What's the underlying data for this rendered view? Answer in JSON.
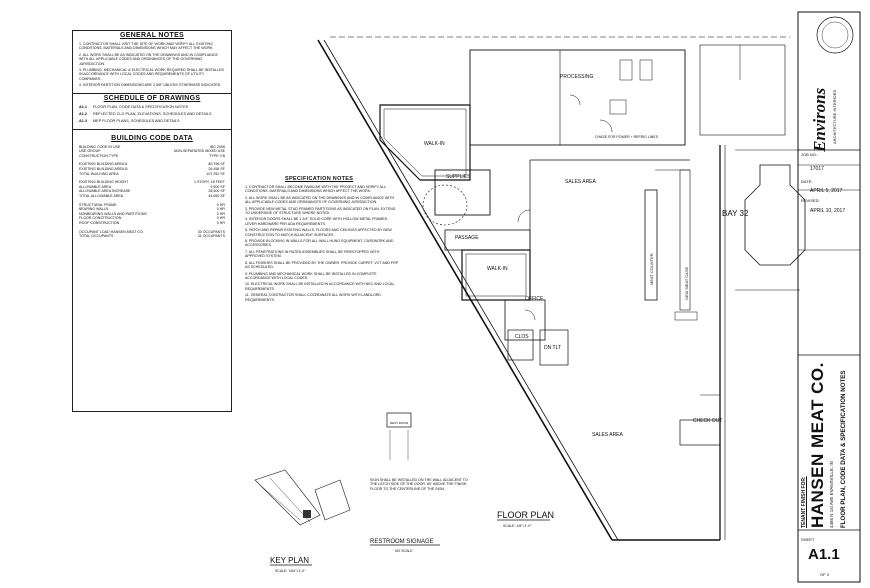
{
  "general_notes": {
    "title": "GENERAL NOTES",
    "items": [
      "1.  CONTRACTOR SHALL VISIT THE SITE OF WORK AND VERIFY ALL EXISTING CONDITIONS, MATERIALS AND DIMENSIONS WHICH MAY AFFECT THE WORK.",
      "2.  ALL WORK SHALL BE AS INDICATED ON THE DRAWINGS AND IN COMPLIANCE WITH ALL APPLICABLE CODES AND ORDINANCES OF THE GOVERNING JURISDICTION.",
      "3.  PLUMBING, MECHANICAL & ELECTRICAL WORK REQUIRED SHALL BE INSTALLED IN ACCORDANCE WITH LOCAL CODES AND REQUIREMENTS OF UTILITY COMPANIES.",
      "4.  INTERIOR PARTITION DIMENSIONS ARE 3 5/8\" UNLESS OTHERWISE INDICATED."
    ]
  },
  "schedule": {
    "title": "SCHEDULE OF DRAWINGS",
    "items": [
      {
        "sheet": "A1.1",
        "desc": "FLOOR PLAN, CODE DATA & SPECIFICATION NOTES"
      },
      {
        "sheet": "A1.2",
        "desc": "REFLECTED CLG PLAN, ELEVATIONS, SCHEDULES AND DETAILS"
      },
      {
        "sheet": "A1.3",
        "desc": "MEP FLOOR PLANS, SCHEDULES AND DETAILS"
      }
    ]
  },
  "code_data": {
    "title": "BUILDING CODE DATA",
    "rows": [
      [
        "BUILDING CODE IN USE",
        "IBC 2006"
      ],
      [
        "USE GROUP",
        "NON-SEPARATED MIXED USE"
      ],
      [
        "CONSTRUCTION TYPE",
        "TYPE II B"
      ],
      [
        "EXISTING BUILDING AREA A",
        "80,796 SF"
      ],
      [
        "EXISTING BUILDING AREA B",
        "26,456 SF"
      ],
      [
        "TOTAL BUILDING AREA",
        "107,252 SF"
      ],
      [
        "EXISTING BUILDING HEIGHT",
        "1 STORY, 18 FEET"
      ],
      [
        "ALLOWABLE AREA",
        "9,500 SF"
      ],
      [
        "ALLOWABLE AREA INCREASE",
        "28,500 SF"
      ],
      [
        "TOTAL ALLOWABLE AREA",
        "44,650 SF"
      ],
      [
        "STRUCTURAL FRAME",
        "0 HR"
      ],
      [
        "BEARING WALLS",
        "0 HR"
      ],
      [
        "NONBEARING WALLS AND PARTITIONS",
        "0 HR"
      ],
      [
        "FLOOR CONSTRUCTION",
        "0 HR"
      ],
      [
        "ROOF CONSTRUCTION",
        "0 HR"
      ],
      [
        "OCCUPANT LOAD HANSEN MEAT CO.",
        "30 OCCUPANTS"
      ],
      [
        "TOTAL OCCUPANTS",
        "31 OCCUPANTS"
      ]
    ]
  },
  "spec_notes": {
    "title": "SPECIFICATION NOTES",
    "items": [
      "1.  CONTRACTOR SHALL BECOME FAMILIAR WITH THE PROJECT AND VERIFY ALL CONDITIONS, MATERIALS AND DIMENSIONS WHICH AFFECT THE WORK.",
      "2.  ALL WORK SHALL BE AS INDICATED ON THE DRAWINGS AND IN COMPLIANCE WITH ALL APPLICABLE CODES AND ORDINANCES OF GOVERNING JURISDICTION.",
      "3.  PROVIDE NEW METAL STUD FRAMED PARTITIONS AS INDICATED ON PLAN, EXTEND TO UNDERSIDE OF STRUCTURE WHERE NOTED.",
      "4.  INTERIOR DOORS SHALL BE 1 3/4\" SOLID CORE WITH HOLLOW METAL FRAMES, LEVER HARDWARE PER ADA REQUIREMENTS.",
      "5.  PATCH AND REPAIR EXISTING WALLS, FLOORS AND CEILINGS AFFECTED BY NEW CONSTRUCTION TO MATCH ADJACENT SURFACES.",
      "6.  PROVIDE BLOCKING IN WALLS FOR ALL WALL HUNG EQUIPMENT, CASEWORK AND ACCESSORIES.",
      "7.  ALL PENETRATIONS IN RATED ASSEMBLIES SHALL BE FIRESTOPPED WITH APPROVED SYSTEM.",
      "8.  ALL FINISHES SHALL BE PROVIDED BY THE OWNER. PROVIDE CARPET, VCT AND FRP AS SCHEDULED.",
      "9.  PLUMBING AND MECHANICAL WORK SHALL BE INSTALLED IN COMPLETE ACCORDANCE WITH LOCAL CODES.",
      "10. ELECTRICAL WORK SHALL BE INSTALLED IN ACCORDANCE WITH NEC AND LOCAL REQUIREMENTS.",
      "11. GENERAL CONTRACTOR SHALL COORDINATE ALL WORK WITH LANDLORD REQUIREMENTS."
    ]
  },
  "restroom_note": "SIGN SHALL BE INSTALLED ON THE WALL ADJACENT TO THE LATCH SIDE OF THE DOOR, 60\" ABOVE THE FINISH FLOOR TO THE CENTERLINE OF THE SIGN.",
  "labels": {
    "key_plan": "KEY PLAN",
    "key_scale": "SCALE: 1/64\"=1'-0\"",
    "restroom_signage": "RESTROOM SIGNAGE",
    "restroom_scale": "NO SCALE",
    "floor_plan": "FLOOR PLAN",
    "floor_scale": "SCALE: 1/8\"=1'-0\"",
    "processing": "PROCESSING",
    "walk_in_1": "WALK-IN",
    "walk_in_2": "WALK-IN",
    "supplies": "SUPPLIES",
    "passage": "PASSAGE",
    "office": "OFFICE",
    "clos": "CLOS",
    "dn_tlt": "DN TLT",
    "sales_area_1": "SALES AREA",
    "sales_area_2": "SALES AREA",
    "check_out": "CHECK OUT",
    "bay": "BAY 32",
    "meat_counter": "MEAT COUNTER",
    "meat_case": "NEW MEAT CASE",
    "chase": "CHASE FOR POWER + REFRIG LINES",
    "rest_room": "REST ROOM"
  },
  "title_block": {
    "architect": "Environs",
    "architect_sub": "ARCHITECTURE  INTERIORS",
    "job_no_label": "JOB NO.:",
    "job_no": "17017",
    "date_label": "DATE:",
    "date": "APRIL 5, 2017",
    "revised_label": "REVISED:",
    "revised": "APRIL 10, 2017",
    "tenant_label": "TENANT FINISH FOR:",
    "client": "HANSEN MEAT CO.",
    "address": "4465 N 1st AVE  EVANSVILLE, IN",
    "sheet_title": "FLOOR PLAN, CODE DATA & SPECIFICATION NOTES",
    "sheet_label": "SHEET",
    "sheet": "A1.1",
    "sheet_of": "OF 3"
  }
}
